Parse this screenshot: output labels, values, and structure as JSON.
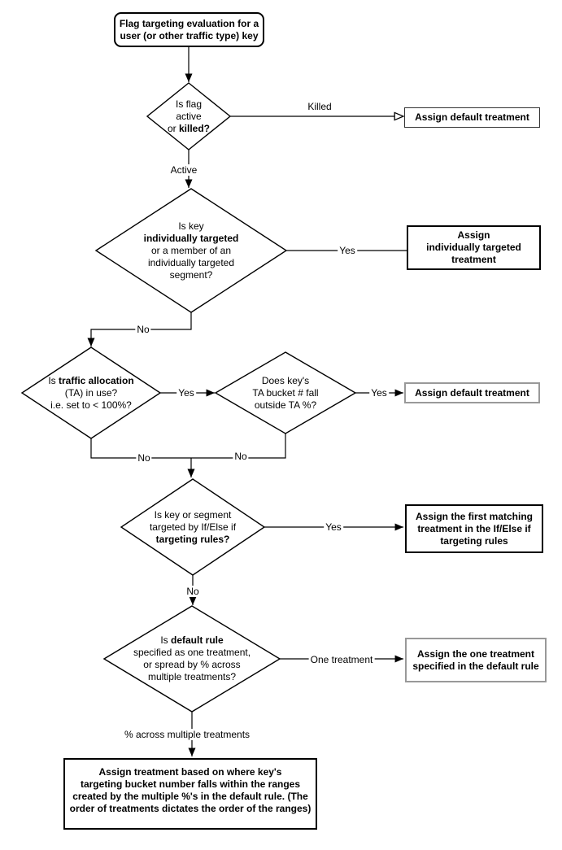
{
  "title": "Flag targeting evaluation flowchart",
  "colors": {
    "line": "#000000",
    "shape_border": "#000000",
    "gray_box_border": "#999999",
    "background": "#ffffff",
    "text": "#000000"
  },
  "nodes": {
    "start": {
      "lines": [
        [
          {
            "t": "Flag targeting evaluation for a",
            "b": true
          }
        ],
        [
          {
            "t": "user (or other traffic type) key",
            "b": true
          }
        ]
      ]
    },
    "decision_flag_active": {
      "lines": [
        [
          {
            "t": "Is flag",
            "b": false
          }
        ],
        [
          {
            "t": "active",
            "b": false
          }
        ],
        [
          {
            "t": "or ",
            "b": false
          },
          {
            "t": "killed?",
            "b": true
          }
        ]
      ]
    },
    "assign_default_treatment_killed": {
      "lines": [
        [
          {
            "t": "Assign default treatment",
            "b": true
          }
        ]
      ]
    },
    "decision_individually_targeted": {
      "lines": [
        [
          {
            "t": "Is key",
            "b": false
          }
        ],
        [
          {
            "t": "individually targeted",
            "b": true
          }
        ],
        [
          {
            "t": "or a member of an",
            "b": false
          }
        ],
        [
          {
            "t": "individually targeted",
            "b": false
          }
        ],
        [
          {
            "t": "segment?",
            "b": false
          }
        ]
      ]
    },
    "assign_individually_targeted": {
      "lines": [
        [
          {
            "t": "Assign",
            "b": true
          }
        ],
        [
          {
            "t": "individually targeted",
            "b": true
          }
        ],
        [
          {
            "t": "treatment",
            "b": true
          }
        ]
      ]
    },
    "decision_traffic_allocation": {
      "lines": [
        [
          {
            "t": "Is ",
            "b": false
          },
          {
            "t": "traffic allocation",
            "b": true
          }
        ],
        [
          {
            "t": "(TA) in use?",
            "b": false
          }
        ],
        [
          {
            "t": "i.e. set to < 100%?",
            "b": false
          }
        ]
      ]
    },
    "decision_ta_bucket": {
      "lines": [
        [
          {
            "t": "Does key's",
            "b": false
          }
        ],
        [
          {
            "t": "TA bucket # fall",
            "b": false
          }
        ],
        [
          {
            "t": "outside TA %?",
            "b": false
          }
        ]
      ]
    },
    "assign_default_treatment_ta": {
      "lines": [
        [
          {
            "t": "Assign default treatment",
            "b": true
          }
        ]
      ]
    },
    "decision_targeting_rules": {
      "lines": [
        [
          {
            "t": "Is key or segment",
            "b": false
          }
        ],
        [
          {
            "t": "targeted by If/Else if",
            "b": false
          }
        ],
        [
          {
            "t": "targeting rules?",
            "b": true
          }
        ]
      ]
    },
    "assign_first_matching": {
      "lines": [
        [
          {
            "t": "Assign the first matching",
            "b": true
          }
        ],
        [
          {
            "t": "treatment in the If/Else if",
            "b": true
          }
        ],
        [
          {
            "t": "targeting rules",
            "b": true
          }
        ]
      ]
    },
    "decision_default_rule": {
      "lines": [
        [
          {
            "t": "Is ",
            "b": false
          },
          {
            "t": "default rule",
            "b": true
          }
        ],
        [
          {
            "t": "specified as one treatment,",
            "b": false
          }
        ],
        [
          {
            "t": "or spread by % across",
            "b": false
          }
        ],
        [
          {
            "t": "multiple treatments?",
            "b": false
          }
        ]
      ]
    },
    "assign_one_treatment": {
      "lines": [
        [
          {
            "t": "Assign the one treatment",
            "b": true
          }
        ],
        [
          {
            "t": "specified in the default rule",
            "b": true
          }
        ]
      ]
    },
    "assign_treatment_ranges": {
      "lines": [
        [
          {
            "t": "Assign treatment based on where key's",
            "b": true
          }
        ],
        [
          {
            "t": "targeting bucket number falls within the ranges",
            "b": true
          }
        ],
        [
          {
            "t": "created by the multiple %'s in the default rule. (The",
            "b": true
          }
        ],
        [
          {
            "t": "order of treatments dictates the order of the ranges)",
            "b": true
          }
        ]
      ]
    }
  },
  "edge_labels": {
    "killed": "Killed",
    "active": "Active",
    "yes_individually_targeted": "Yes",
    "no_individually_targeted": "No",
    "yes_traffic_allocation": "Yes",
    "yes_outside_ta": "Yes",
    "no_traffic_allocation": "No",
    "no_outside_ta": "No",
    "yes_targeting_rules": "Yes",
    "no_targeting_rules": "No",
    "one_treatment": "One treatment",
    "pct_across": "% across multiple treatments"
  }
}
